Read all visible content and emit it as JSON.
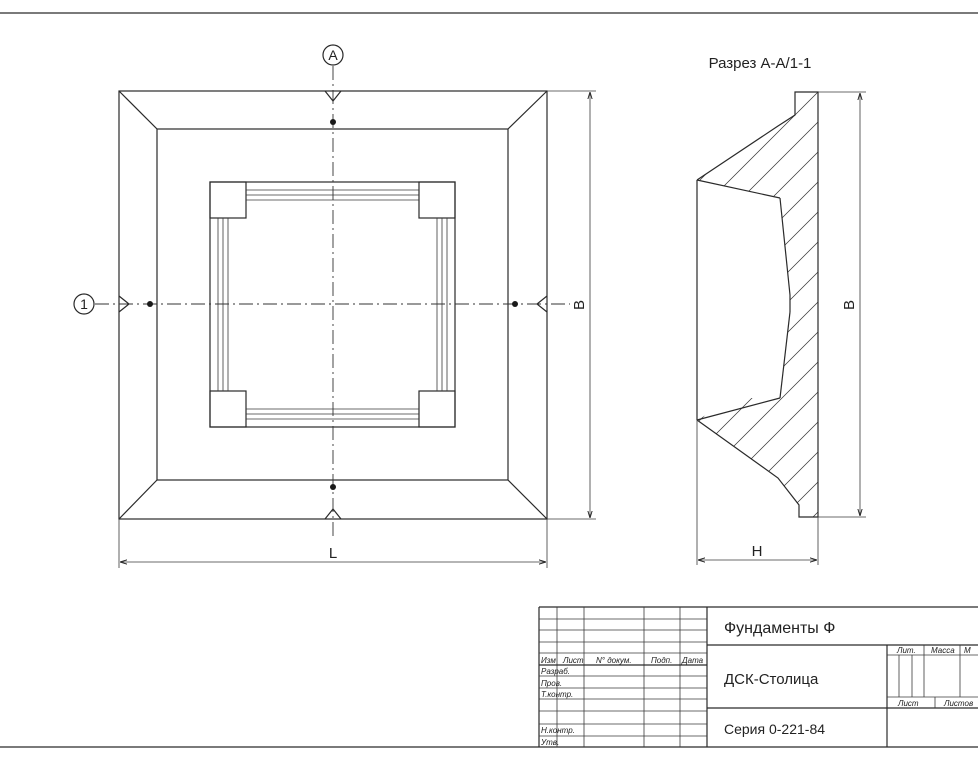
{
  "plan": {
    "axis_a": "A",
    "axis_1": "1",
    "dim_width": "L",
    "dim_height": "B"
  },
  "section": {
    "title": "Разрез А-А/1-1",
    "dim_height": "B",
    "dim_depth": "H"
  },
  "title_block": {
    "drawing_name": "Фундаменты Ф",
    "organization": "ДСК-Столица",
    "series": "Серия 0-221-84",
    "col_headers": [
      "Изм",
      "Лист",
      "N° докум.",
      "Подп.",
      "Дата"
    ],
    "roles": [
      "Разраб.",
      "Пров.",
      "Т.контр.",
      "",
      "Н.контр.",
      "Утв."
    ],
    "stage_headers": [
      "Лит.",
      "Масса",
      "М"
    ],
    "sheet_labels": [
      "Лист",
      "Листов"
    ]
  }
}
